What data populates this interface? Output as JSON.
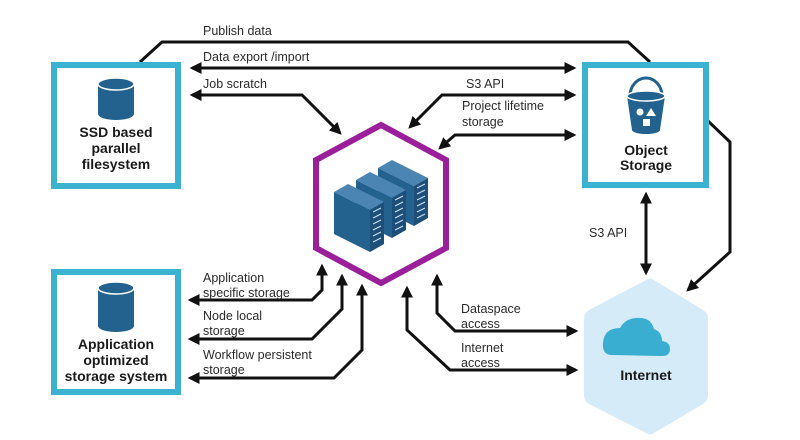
{
  "colors": {
    "storage_box_border": "#3bb3d0",
    "icon_blue": "#23628f",
    "hub_border": "#9b1f9b",
    "internet_fill": "#d6ebf8",
    "cloud_fill": "#3aaed0",
    "arrow": "#111111"
  },
  "nodes": {
    "ssd": {
      "icon": "database-cylinder-icon",
      "title_lines": [
        "SSD based",
        "parallel",
        "filesystem"
      ]
    },
    "app_opt": {
      "icon": "database-cylinder-icon",
      "title_lines": [
        "Application",
        "optimized",
        "storage system"
      ]
    },
    "object_storage": {
      "icon": "bucket-icon",
      "title_lines": [
        "Object",
        "Storage"
      ]
    },
    "internet": {
      "icon": "cloud-icon",
      "title_lines": [
        "Internet"
      ]
    },
    "compute": {
      "icon": "server-rack-icon"
    }
  },
  "edges": {
    "publish_data": "Publish data",
    "data_export_import": "Data export /import",
    "job_scratch": "Job scratch",
    "s3_api_top": "S3 API",
    "project_lifetime": [
      "Project lifetime",
      "storage"
    ],
    "s3_api_side": "S3 API",
    "app_specific": [
      "Application",
      "specific storage"
    ],
    "node_local": [
      "Node local",
      "storage"
    ],
    "workflow_persistent": [
      "Workflow persistent",
      "storage"
    ],
    "dataspace_access": [
      "Dataspace",
      "access"
    ],
    "internet_access": [
      "Internet",
      "access"
    ]
  }
}
